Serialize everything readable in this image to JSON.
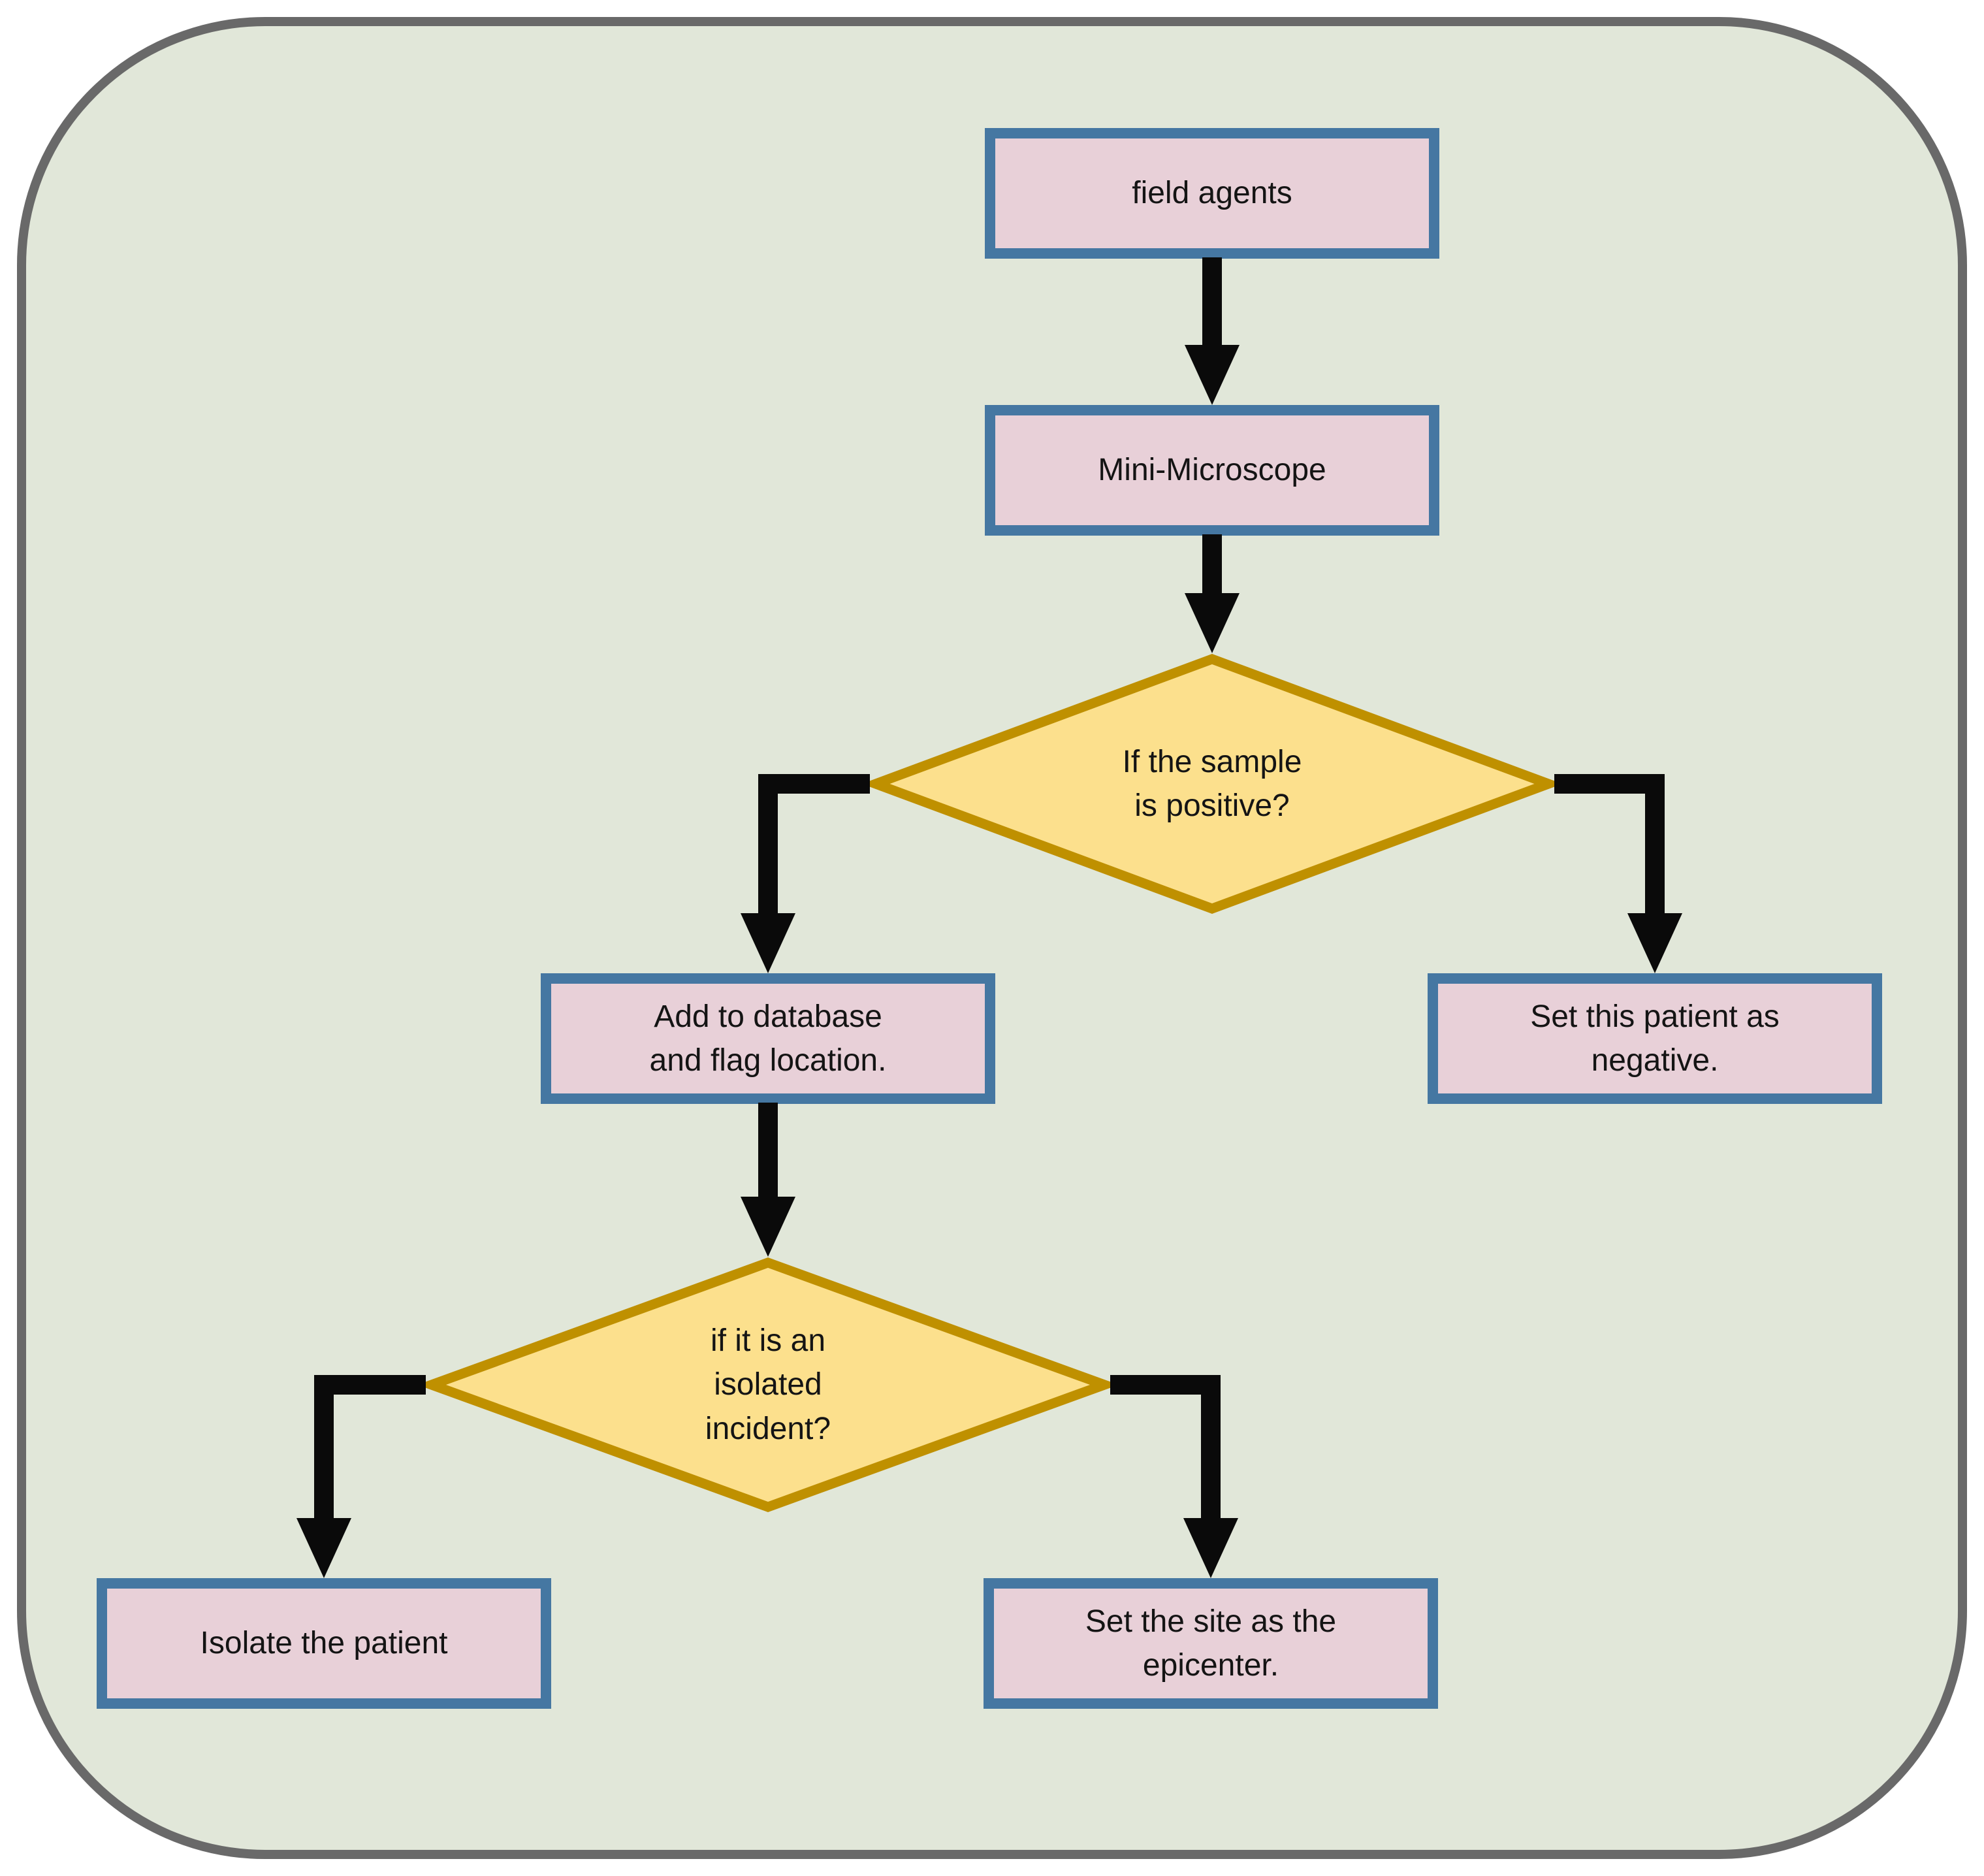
{
  "diagram": {
    "type": "flowchart",
    "panel": {
      "background_color": "#e1e7d9",
      "border_color": "#696969",
      "page_background": "#ffffff"
    },
    "styles": {
      "process_fill": "#e8d0d8",
      "process_border": "#4577a2",
      "decision_fill": "#fce08d",
      "decision_border": "#bf9000",
      "arrow_color": "#0a0a0a",
      "text_color": "#141414"
    },
    "nodes": {
      "field_agents": {
        "type": "process",
        "label": [
          "field agents"
        ]
      },
      "mini_microscope": {
        "type": "process",
        "label": [
          "Mini-Microscope"
        ]
      },
      "sample_positive": {
        "type": "decision",
        "label": [
          "If the sample",
          "is positive?"
        ]
      },
      "add_to_database": {
        "type": "process",
        "label": [
          "Add to database",
          "and flag location."
        ]
      },
      "set_negative": {
        "type": "process",
        "label": [
          "Set this patient as",
          "negative."
        ]
      },
      "isolated_incident": {
        "type": "decision",
        "label": [
          "if it is an",
          "isolated",
          "incident?"
        ]
      },
      "isolate_patient": {
        "type": "process",
        "label": [
          "Isolate the patient"
        ]
      },
      "set_epicenter": {
        "type": "process",
        "label": [
          "Set the site as the",
          "epicenter."
        ]
      }
    },
    "edges": [
      {
        "from": "field_agents",
        "to": "mini_microscope"
      },
      {
        "from": "mini_microscope",
        "to": "sample_positive"
      },
      {
        "from": "sample_positive",
        "to": "add_to_database"
      },
      {
        "from": "sample_positive",
        "to": "set_negative"
      },
      {
        "from": "add_to_database",
        "to": "isolated_incident"
      },
      {
        "from": "isolated_incident",
        "to": "isolate_patient"
      },
      {
        "from": "isolated_incident",
        "to": "set_epicenter"
      }
    ]
  }
}
